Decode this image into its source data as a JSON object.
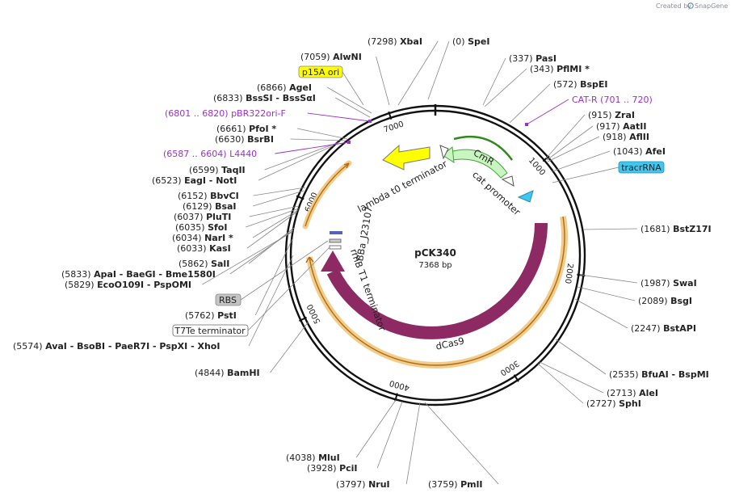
{
  "credit": {
    "prefix": "Created by",
    "brand": "SnapGene"
  },
  "plasmid": {
    "name": "pCK340",
    "size_label": "7368 bp",
    "length": 7368
  },
  "ticks": [
    "1000",
    "2000",
    "3000",
    "4000",
    "5000",
    "6000",
    "7000"
  ],
  "sites": [
    {
      "id": "xbai",
      "pos": "(7298)",
      "name": "XbaI"
    },
    {
      "id": "spei",
      "pos": "(0)",
      "name": "SpeI"
    },
    {
      "id": "alwni",
      "pos": "(7059)",
      "name": "AlwNI"
    },
    {
      "id": "pasi",
      "pos": "(337)",
      "name": "PasI"
    },
    {
      "id": "pflmi",
      "pos": "(343)",
      "name": "PflMI *"
    },
    {
      "id": "bspei",
      "pos": "(572)",
      "name": "BspEI"
    },
    {
      "id": "agei",
      "pos": "(6866)",
      "name": "AgeI"
    },
    {
      "id": "bsssi",
      "pos": "(6833)",
      "name": "BssSI - BssSαI"
    },
    {
      "id": "zrai",
      "pos": "(915)",
      "name": "ZraI"
    },
    {
      "id": "aatii",
      "pos": "(917)",
      "name": "AatII"
    },
    {
      "id": "aflii",
      "pos": "(918)",
      "name": "AflII"
    },
    {
      "id": "pfoi",
      "pos": "(6661)",
      "name": "PfoI *"
    },
    {
      "id": "bsrbi",
      "pos": "(6630)",
      "name": "BsrBI"
    },
    {
      "id": "afei",
      "pos": "(1043)",
      "name": "AfeI"
    },
    {
      "id": "taqii",
      "pos": "(6599)",
      "name": "TaqII"
    },
    {
      "id": "eagi",
      "pos": "(6523)",
      "name": "EagI - NotI"
    },
    {
      "id": "bbvci",
      "pos": "(6152)",
      "name": "BbvCI"
    },
    {
      "id": "bsai",
      "pos": "(6129)",
      "name": "BsaI"
    },
    {
      "id": "pluti",
      "pos": "(6037)",
      "name": "PluTI"
    },
    {
      "id": "bstz17i",
      "pos": "(1681)",
      "name": "BstZ17I"
    },
    {
      "id": "sfoi",
      "pos": "(6035)",
      "name": "SfoI"
    },
    {
      "id": "nari",
      "pos": "(6034)",
      "name": "NarI *"
    },
    {
      "id": "kasi",
      "pos": "(6033)",
      "name": "KasI"
    },
    {
      "id": "sali",
      "pos": "(5862)",
      "name": "SalI"
    },
    {
      "id": "swai",
      "pos": "(1987)",
      "name": "SwaI"
    },
    {
      "id": "apai",
      "pos": "(5833)",
      "name": "ApaI - BaeGI - Bme1580I"
    },
    {
      "id": "bsgi",
      "pos": "(2089)",
      "name": "BsgI"
    },
    {
      "id": "ecoo109i",
      "pos": "(5829)",
      "name": "EcoO109I - PspOMI"
    },
    {
      "id": "psti",
      "pos": "(5762)",
      "name": "PstI"
    },
    {
      "id": "bstapi",
      "pos": "(2247)",
      "name": "BstAPI"
    },
    {
      "id": "avai",
      "pos": "(5574)",
      "name": "AvaI - BsoBI - PaeR7I - PspXI - XhoI"
    },
    {
      "id": "bamhi",
      "pos": "(4844)",
      "name": "BamHI"
    },
    {
      "id": "bfuai",
      "pos": "(2535)",
      "name": "BfuAI - BspMI"
    },
    {
      "id": "alei",
      "pos": "(2713)",
      "name": "AleI"
    },
    {
      "id": "sphi",
      "pos": "(2727)",
      "name": "SphI"
    },
    {
      "id": "mlui",
      "pos": "(4038)",
      "name": "MluI"
    },
    {
      "id": "pcii",
      "pos": "(3928)",
      "name": "PciI"
    },
    {
      "id": "nrui",
      "pos": "(3797)",
      "name": "NruI"
    },
    {
      "id": "pmli",
      "pos": "(3759)",
      "name": "PmlI"
    }
  ],
  "primers": [
    {
      "id": "catr",
      "name": "CAT-R",
      "range": "(701 .. 720)"
    },
    {
      "id": "pbr322",
      "name": "pBR322ori-F",
      "range": "(6801 .. 6820)"
    },
    {
      "id": "l4440",
      "name": "L4440",
      "range": "(6587 .. 6604)"
    }
  ],
  "boxed_labels": {
    "p15a": "p15A ori",
    "tracr": "tracrRNA",
    "rbs": "RBS",
    "t7te": "T7Te terminator"
  },
  "feature_labels": {
    "lambda": "lambda t0 terminator",
    "cmr": "CmR",
    "catprom": "cat promoter",
    "bba": "BBa_J23107",
    "rrnb": "rrnB T1 terminator",
    "dcas9": "dCas9"
  },
  "colors": {
    "p15a": "#ffff00",
    "tracr": "#3fc8ef",
    "rbs": "#c4c4c4",
    "cmr": "#c8f5c0",
    "dcas9": "#8e2a63",
    "lambda": "#ffff00",
    "orange": "#e39a26",
    "primer": "#9b30c8"
  }
}
